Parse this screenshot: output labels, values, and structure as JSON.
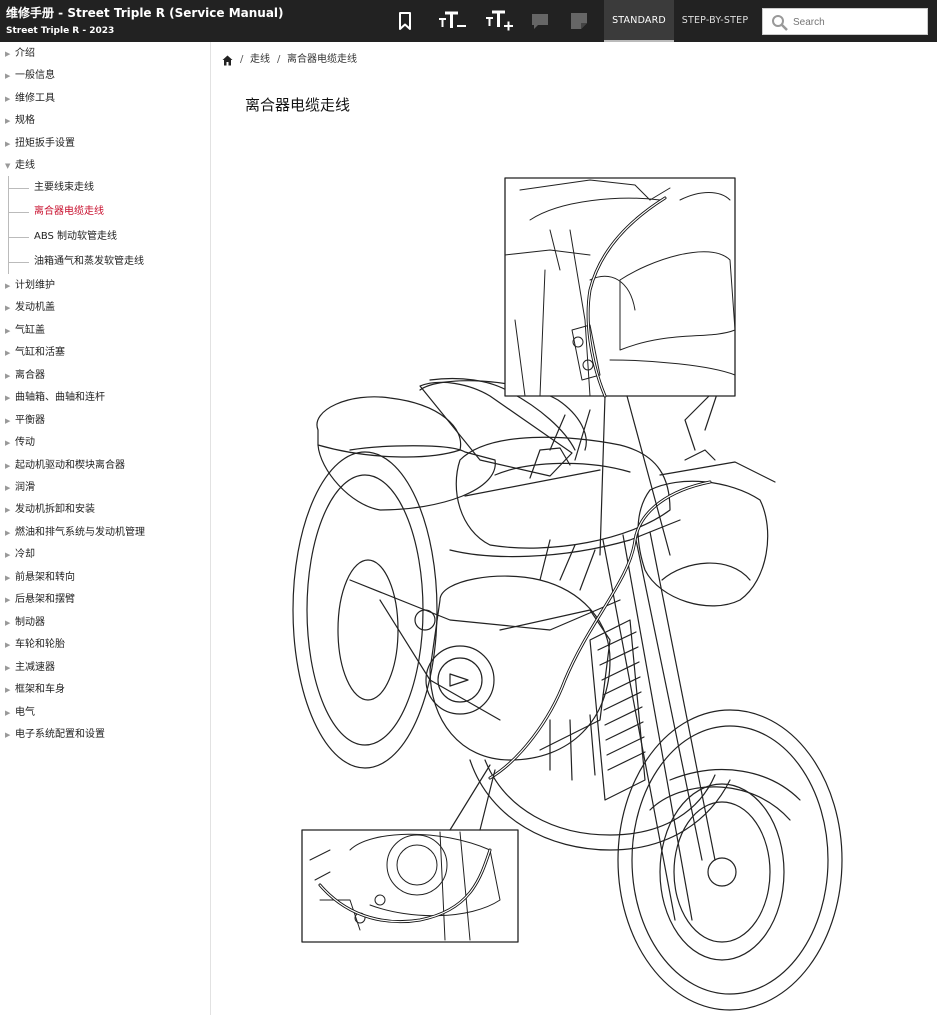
{
  "app": {
    "title": "维修手册 - Street Triple R (Service Manual)",
    "subtitle": "Street Triple R - 2023"
  },
  "toolbar": {
    "icons": [
      "bookmark-icon",
      "text-decrease-icon",
      "text-increase-icon",
      "comment-icon",
      "note-icon"
    ],
    "tabs": [
      {
        "label": "STANDARD",
        "active": true
      },
      {
        "label": "STEP-BY-STEP",
        "active": false
      }
    ],
    "search_placeholder": "Search"
  },
  "sidebar": {
    "items": [
      {
        "label": "介绍"
      },
      {
        "label": "一般信息"
      },
      {
        "label": "维修工具"
      },
      {
        "label": "规格"
      },
      {
        "label": "扭矩扳手设置"
      },
      {
        "label": "走线",
        "expanded": true,
        "children": [
          {
            "label": "主要线束走线"
          },
          {
            "label": "离合器电缆走线",
            "active": true
          },
          {
            "label": "ABS 制动软管走线"
          },
          {
            "label": "油箱通气和蒸发软管走线"
          }
        ]
      },
      {
        "label": "计划维护"
      },
      {
        "label": "发动机盖"
      },
      {
        "label": "气缸盖"
      },
      {
        "label": "气缸和活塞"
      },
      {
        "label": "离合器"
      },
      {
        "label": "曲轴箱、曲轴和连杆"
      },
      {
        "label": "平衡器"
      },
      {
        "label": "传动"
      },
      {
        "label": "起动机驱动和楔块离合器"
      },
      {
        "label": "润滑"
      },
      {
        "label": "发动机拆卸和安装"
      },
      {
        "label": "燃油和排气系统与发动机管理"
      },
      {
        "label": "冷却"
      },
      {
        "label": "前悬架和转向"
      },
      {
        "label": "后悬架和摆臂"
      },
      {
        "label": "制动器"
      },
      {
        "label": "车轮和轮胎"
      },
      {
        "label": "主减速器"
      },
      {
        "label": "框架和车身"
      },
      {
        "label": "电气"
      },
      {
        "label": "电子系统配置和设置"
      }
    ]
  },
  "breadcrumb": {
    "items": [
      "走线",
      "离合器电缆走线"
    ],
    "separator": "/"
  },
  "page": {
    "title": "离合器电缆走线"
  },
  "colors": {
    "topbar": "#222222",
    "active_link": "#c8102e"
  }
}
